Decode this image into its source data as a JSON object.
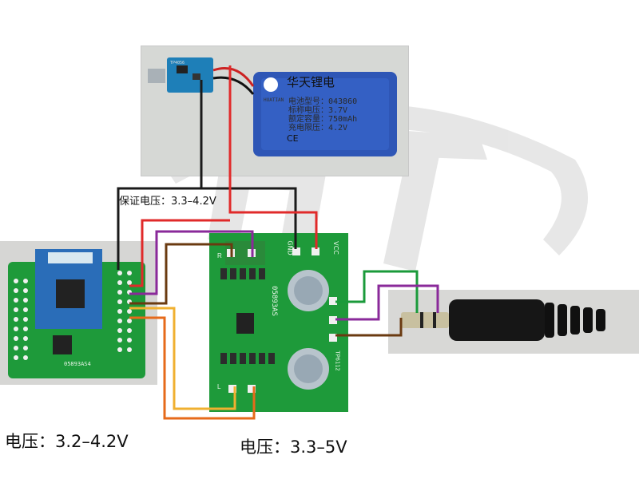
{
  "captions": {
    "left_voltage": "电压：3.2–4.2V",
    "right_voltage": "电压：3.3–5V",
    "wire_label": "保证电压：3.3–4.2V"
  },
  "battery": {
    "brand": "华天锂电",
    "logo_text": "HUATIAN",
    "lines": [
      {
        "label": "电池型号：",
        "value": "043860"
      },
      {
        "label": "标称电压：",
        "value": "3.7V"
      },
      {
        "label": "额定容量：",
        "value": "750mAh"
      },
      {
        "label": "充电限压：",
        "value": "4.2V"
      }
    ],
    "marks": "CE"
  },
  "charger_board_label": "TP4056",
  "bt_board_label": "05893AS4",
  "amp_board": {
    "gnd": "GND",
    "vcc": "VCC",
    "chip_label": "05893AS",
    "right_label": "R",
    "left_label": "L",
    "ic_label": "TP6112"
  },
  "watermark": "HT",
  "colors": {
    "wire_black": "#1a1a1a",
    "wire_red": "#e02a2a",
    "wire_purple": "#8a2a9a",
    "wire_brown": "#6a3a10",
    "wire_orange": "#e66a1a",
    "wire_yellow": "#f0b030",
    "wire_green": "#1a9a3a",
    "pcb_green": "#1e9a3a",
    "battery_blue": "#2e56b6"
  }
}
